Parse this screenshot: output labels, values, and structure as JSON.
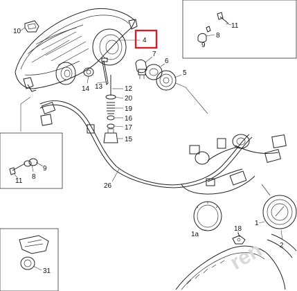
{
  "callouts": {
    "c1": "1",
    "c1a": "1a",
    "c2": "2",
    "c4": "4",
    "c5": "5",
    "c6": "6",
    "c7": "7",
    "c8_top": "8",
    "c8_left": "8",
    "c9_top": "9",
    "c9_left": "9",
    "c10": "10",
    "c11_top": "11",
    "c11_left": "11",
    "c12": "12",
    "c13": "13",
    "c14": "14",
    "c15": "15",
    "c16": "16",
    "c17": "17",
    "c18": "18",
    "c19": "19",
    "c20": "20",
    "c26": "26",
    "c31": "31"
  },
  "highlight": {
    "color": "#d0202a",
    "target": "4"
  },
  "watermark": "ren"
}
